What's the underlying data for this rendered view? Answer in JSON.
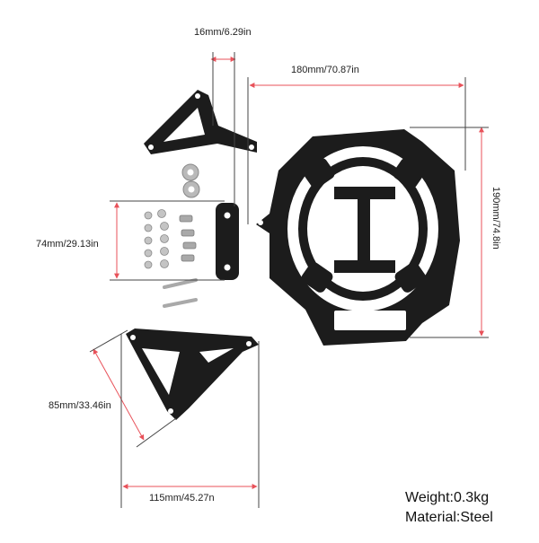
{
  "dimensions": {
    "bracket_gap": "16mm/6.29in",
    "grill_width": "180mm/70.87in",
    "grill_height": "190mm/74.8in",
    "strap_length": "74mm/29.13in",
    "bracket_height": "85mm/33.46in",
    "bracket_width": "115mm/45.27n"
  },
  "specs": {
    "weight": "Weight:0.3kg",
    "material": "Material:Steel"
  },
  "colors": {
    "dimension_line": "#e8525a",
    "guide_line": "#444444",
    "part_fill": "#1c1c1c",
    "hardware": "#b9b9b9"
  }
}
